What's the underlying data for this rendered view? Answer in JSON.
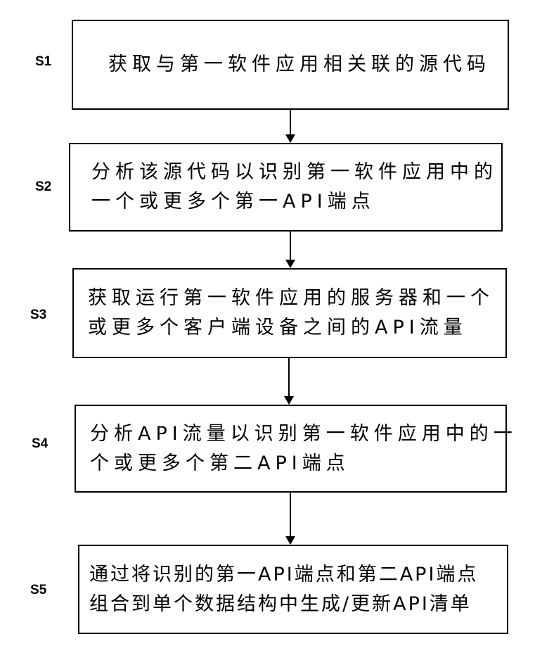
{
  "steps": [
    {
      "label": "S1",
      "lines": [
        "获取与第一软件应用相关联的源代码"
      ]
    },
    {
      "label": "S2",
      "lines": [
        "分析该源代码以识别第一软件应用中的",
        "一个或更多个第一API端点"
      ]
    },
    {
      "label": "S3",
      "lines": [
        "获取运行第一软件应用的服务器和一个",
        "或更多个客户端设备之间的API流量"
      ]
    },
    {
      "label": "S4",
      "lines": [
        "分析API流量以识别第一软件应用中的一",
        "个或更多个第二API端点"
      ]
    },
    {
      "label": "S5",
      "lines": [
        "通过将识别的第一API端点和第二API端点",
        "组合到单个数据结构中生成/更新API清单"
      ]
    }
  ]
}
